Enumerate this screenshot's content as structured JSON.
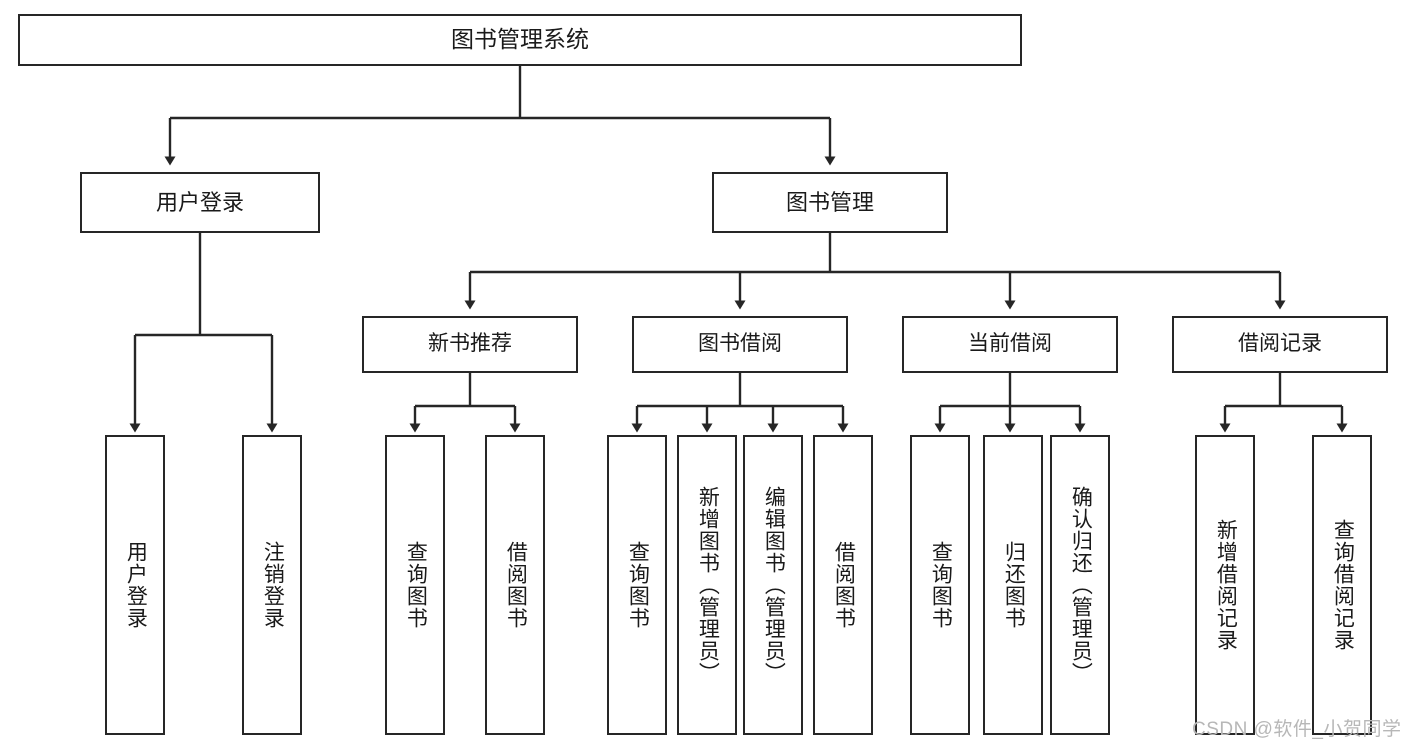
{
  "diagram": {
    "title": "图书管理系统",
    "watermark": "CSDN @软件_小贺同学",
    "colors": {
      "stroke": "#262626",
      "fill": "#ffffff",
      "text": "#1a1a1a",
      "watermark": "#b7b7b7"
    },
    "nodes": {
      "root": {
        "label": "图书管理系统"
      },
      "level1": [
        {
          "id": "user-login",
          "label": "用户登录"
        },
        {
          "id": "book-manage",
          "label": "图书管理"
        }
      ],
      "level2": [
        {
          "id": "new-book-recommend",
          "label": "新书推荐"
        },
        {
          "id": "book-borrow",
          "label": "图书借阅"
        },
        {
          "id": "current-borrow",
          "label": "当前借阅"
        },
        {
          "id": "borrow-record",
          "label": "借阅记录"
        }
      ],
      "leaves": [
        {
          "id": "leaf-user-login",
          "label": "用户登录",
          "parent": "user-login"
        },
        {
          "id": "leaf-logout",
          "label": "注销登录",
          "parent": "user-login"
        },
        {
          "id": "leaf-query-book-1",
          "label": "查询图书",
          "parent": "new-book-recommend"
        },
        {
          "id": "leaf-borrow-book-1",
          "label": "借阅图书",
          "parent": "new-book-recommend"
        },
        {
          "id": "leaf-query-book-2",
          "label": "查询图书",
          "parent": "book-borrow"
        },
        {
          "id": "leaf-add-book",
          "label": "新增图书（管理员）",
          "parent": "book-borrow"
        },
        {
          "id": "leaf-edit-book",
          "label": "编辑图书（管理员）",
          "parent": "book-borrow"
        },
        {
          "id": "leaf-borrow-book-2",
          "label": "借阅图书",
          "parent": "book-borrow"
        },
        {
          "id": "leaf-query-book-3",
          "label": "查询图书",
          "parent": "current-borrow"
        },
        {
          "id": "leaf-return-book",
          "label": "归还图书",
          "parent": "current-borrow"
        },
        {
          "id": "leaf-confirm-return",
          "label": "确认归还（管理员）",
          "parent": "current-borrow"
        },
        {
          "id": "leaf-add-record",
          "label": "新增借阅记录",
          "parent": "borrow-record"
        },
        {
          "id": "leaf-query-record",
          "label": "查询借阅记录",
          "parent": "borrow-record"
        }
      ]
    }
  }
}
